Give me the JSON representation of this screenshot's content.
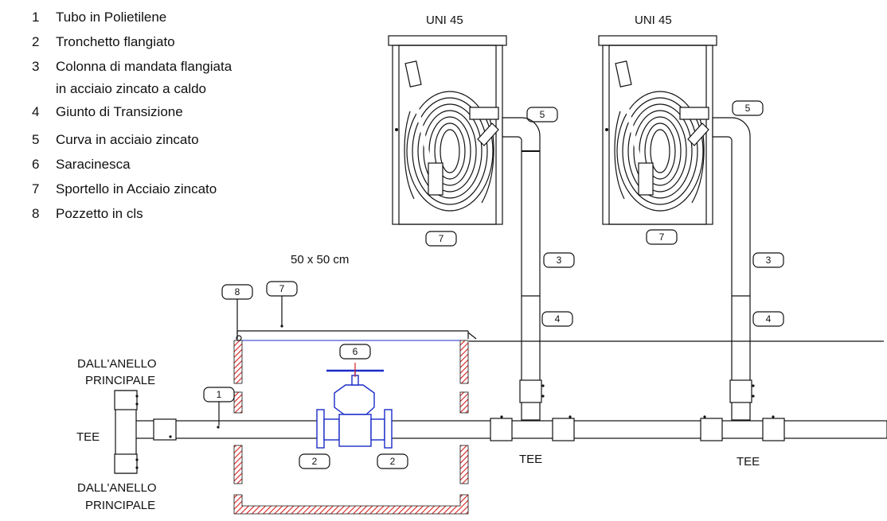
{
  "legend": {
    "items": [
      {
        "num": "1",
        "lines": [
          "Tubo in Polietilene"
        ]
      },
      {
        "num": "2",
        "lines": [
          "Tronchetto flangiato"
        ]
      },
      {
        "num": "3",
        "lines": [
          "Colonna di mandata flangiata",
          "in acciaio zincato a caldo"
        ]
      },
      {
        "num": "4",
        "lines": [
          "Giunto di Transizione"
        ]
      },
      {
        "num": "5",
        "lines": [
          "Curva in acciaio zincato"
        ]
      },
      {
        "num": "6",
        "lines": [
          "Saracinesca"
        ]
      },
      {
        "num": "7",
        "lines": [
          "Sportello in Acciaio zincato"
        ]
      },
      {
        "num": "8",
        "lines": [
          "Pozzetto in cls"
        ]
      }
    ]
  },
  "labels": {
    "uni_left": "UNI 45",
    "uni_right": "UNI 45",
    "pit_size": "50 x 50 cm",
    "ring_top_1": "DALL'ANELLO",
    "ring_top_2": "PRINCIPALE",
    "ring_bottom_1": "DALL'ANELLO",
    "ring_bottom_2": "PRINCIPALE",
    "tee_left": "TEE",
    "tee_mid": "TEE",
    "tee_right": "TEE"
  },
  "tags": {
    "t5a": "5",
    "t5b": "5",
    "t7a": "7",
    "t7b": "7",
    "t7c": "7",
    "t3a": "3",
    "t3b": "3",
    "t4a": "4",
    "t4b": "4",
    "t8": "8",
    "t6": "6",
    "t1": "1",
    "t2a": "2",
    "t2b": "2"
  },
  "colors": {
    "line": "#111111",
    "valve": "#1a2cc8",
    "hatch": "#d42020"
  }
}
